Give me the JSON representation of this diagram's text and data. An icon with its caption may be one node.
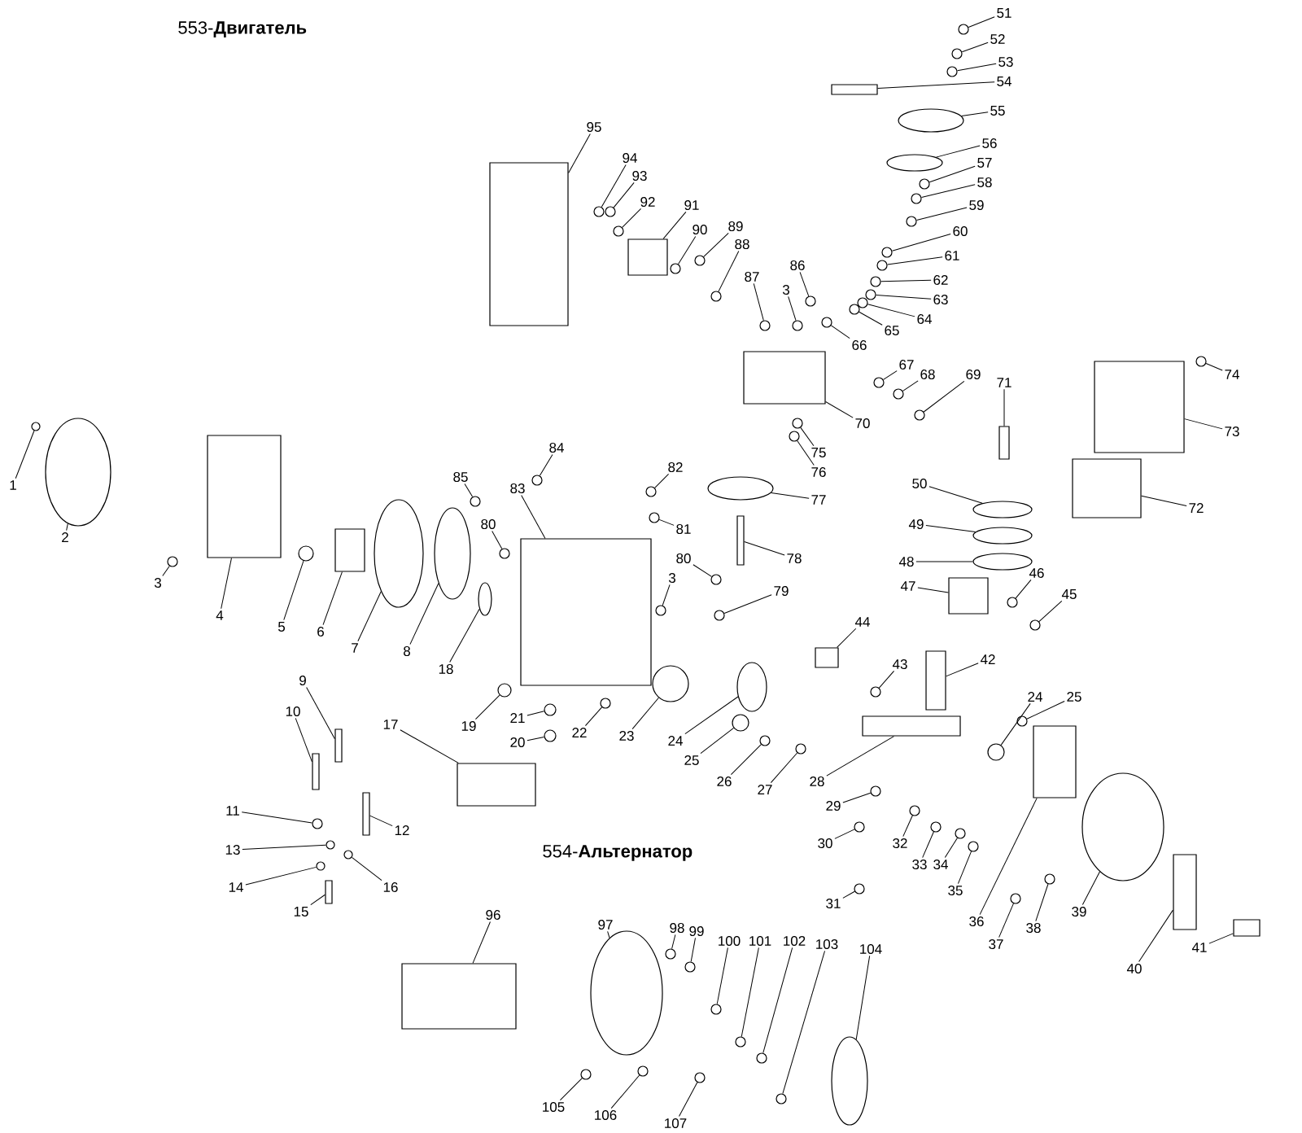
{
  "diagram": {
    "nodes": [
      {
        "text": [
          "1"
        ]
      },
      {
        "text": [
          "2"
        ]
      },
      {
        "text": [
          "3"
        ]
      },
      {
        "text": [
          "4"
        ]
      },
      {
        "text": [
          "5"
        ]
      },
      {
        "text": [
          "6"
        ]
      },
      {
        "text": [
          "7"
        ]
      },
      {
        "text": [
          "8"
        ]
      },
      {
        "text": [
          "9"
        ]
      },
      {
        "text": [
          "10"
        ]
      },
      {
        "text": [
          "11"
        ]
      },
      {
        "text": [
          "12"
        ]
      },
      {
        "text": [
          "13"
        ]
      },
      {
        "text": [
          "14"
        ]
      },
      {
        "text": [
          "15"
        ]
      },
      {
        "text": [
          "16"
        ]
      },
      {
        "text": [
          "17"
        ]
      },
      {
        "text": [
          "18"
        ]
      },
      {
        "text": [
          "19"
        ]
      },
      {
        "text": [
          "20"
        ]
      },
      {
        "text": [
          "21"
        ]
      },
      {
        "text": [
          "22"
        ]
      },
      {
        "text": [
          "23"
        ]
      },
      {
        "text": [
          "3"
        ]
      },
      {
        "text": [
          "24"
        ]
      },
      {
        "text": [
          "25"
        ]
      },
      {
        "text": [
          "26"
        ]
      },
      {
        "text": [
          "27"
        ]
      },
      {
        "text": [
          "28"
        ]
      },
      {
        "text": [
          "29"
        ]
      },
      {
        "text": [
          "30"
        ]
      },
      {
        "text": [
          "31"
        ]
      },
      {
        "text": [
          "32"
        ]
      },
      {
        "text": [
          "33"
        ]
      },
      {
        "text": [
          "34"
        ]
      },
      {
        "text": [
          "35"
        ]
      },
      {
        "text": [
          "36"
        ]
      },
      {
        "text": [
          "37"
        ]
      },
      {
        "text": [
          "38"
        ]
      },
      {
        "text": [
          "39"
        ]
      },
      {
        "text": [
          "40"
        ]
      },
      {
        "text": [
          "41"
        ]
      },
      {
        "text": [
          "24"
        ]
      },
      {
        "text": [
          "25"
        ]
      },
      {
        "text": [
          "42"
        ]
      },
      {
        "text": [
          "43"
        ]
      },
      {
        "text": [
          "44"
        ]
      },
      {
        "text": [
          "45"
        ]
      },
      {
        "text": [
          "46"
        ]
      },
      {
        "text": [
          "47"
        ]
      },
      {
        "text": [
          "48"
        ]
      },
      {
        "text": [
          "49"
        ]
      },
      {
        "text": [
          "50"
        ]
      },
      {
        "text": [
          "51"
        ]
      },
      {
        "text": [
          "52"
        ]
      },
      {
        "text": [
          "53"
        ]
      },
      {
        "text": [
          "54"
        ]
      },
      {
        "text": [
          "55"
        ]
      },
      {
        "text": [
          "56"
        ]
      },
      {
        "text": [
          "57"
        ]
      },
      {
        "text": [
          "58"
        ]
      },
      {
        "text": [
          "59"
        ]
      },
      {
        "text": [
          "60"
        ]
      },
      {
        "text": [
          "61"
        ]
      },
      {
        "text": [
          "62"
        ]
      },
      {
        "text": [
          "63"
        ]
      },
      {
        "text": [
          "64"
        ]
      },
      {
        "text": [
          "65"
        ]
      },
      {
        "text": [
          "66"
        ]
      },
      {
        "text": [
          "67"
        ]
      },
      {
        "text": [
          "68"
        ]
      },
      {
        "text": [
          "69"
        ]
      },
      {
        "text": [
          "70"
        ]
      },
      {
        "text": [
          "71"
        ]
      },
      {
        "text": [
          "72"
        ]
      },
      {
        "text": [
          "73"
        ]
      },
      {
        "text": [
          "74"
        ]
      },
      {
        "text": [
          "75"
        ]
      },
      {
        "text": [
          "76"
        ]
      },
      {
        "text": [
          "77"
        ]
      },
      {
        "text": [
          "78"
        ]
      },
      {
        "text": [
          "79"
        ]
      },
      {
        "text": [
          "80"
        ]
      },
      {
        "text": [
          "81"
        ]
      },
      {
        "text": [
          "82"
        ]
      },
      {
        "text": [
          "83"
        ]
      },
      {
        "text": [
          "80"
        ]
      },
      {
        "text": [
          "84"
        ]
      },
      {
        "text": [
          "85"
        ]
      },
      {
        "text": [
          "86"
        ]
      },
      {
        "text": [
          "87"
        ]
      },
      {
        "text": [
          "88"
        ]
      },
      {
        "text": [
          "89"
        ]
      },
      {
        "text": [
          "90"
        ]
      },
      {
        "text": [
          "91"
        ]
      },
      {
        "text": [
          "92"
        ]
      },
      {
        "text": [
          "93"
        ]
      },
      {
        "text": [
          "94"
        ]
      },
      {
        "text": [
          "95"
        ]
      },
      {
        "text": [
          "3"
        ]
      },
      {
        "text": [
          "96"
        ]
      },
      {
        "text": [
          "97"
        ]
      },
      {
        "text": [
          "98"
        ]
      },
      {
        "text": [
          "99"
        ]
      },
      {
        "text": [
          "100"
        ]
      },
      {
        "text": [
          "101"
        ]
      },
      {
        "text": [
          "102"
        ]
      },
      {
        "text": [
          "103"
        ]
      },
      {
        "text": [
          "104"
        ]
      },
      {
        "text": [
          "105"
        ]
      },
      {
        "text": [
          "106"
        ]
      },
      {
        "text": [
          "107"
        ]
      },
      {
        "text": [],
        "shape": "circle"
      },
      {
        "text": [],
        "shape": "circle"
      },
      {
        "text": [],
        "shape": "circle"
      },
      {
        "text": [],
        "shape": "box"
      },
      {
        "text": [],
        "shape": "circle"
      },
      {
        "text": [],
        "shape": "box"
      },
      {
        "text": [],
        "shape": "circle"
      },
      {
        "text": [],
        "shape": "circle"
      },
      {
        "text": [],
        "shape": "box"
      },
      {
        "text": [],
        "shape": "box"
      },
      {
        "text": [],
        "shape": "circle"
      },
      {
        "text": [],
        "shape": "box"
      },
      {
        "text": [],
        "shape": "circle"
      },
      {
        "text": [],
        "shape": "circle"
      },
      {
        "text": [],
        "shape": "box"
      },
      {
        "text": [],
        "shape": "circle"
      },
      {
        "text": [],
        "shape": "box"
      },
      {
        "text": [],
        "shape": "circle"
      },
      {
        "text": [],
        "shape": "circle"
      },
      {
        "text": [],
        "shape": "circle"
      },
      {
        "text": [],
        "shape": "circle"
      },
      {
        "text": [],
        "shape": "circle"
      },
      {
        "text": [],
        "shape": "circle"
      },
      {
        "text": [],
        "shape": "circle"
      },
      {
        "text": [],
        "shape": "circle"
      },
      {
        "text": [],
        "shape": "circle"
      },
      {
        "text": [],
        "shape": "circle"
      },
      {
        "text": [],
        "shape": "circle"
      },
      {
        "text": [],
        "shape": "box"
      },
      {
        "text": [],
        "shape": "circle"
      },
      {
        "text": [],
        "shape": "circle"
      },
      {
        "text": [],
        "shape": "circle"
      },
      {
        "text": [],
        "shape": "circle"
      },
      {
        "text": [],
        "shape": "circle"
      },
      {
        "text": [],
        "shape": "circle"
      },
      {
        "text": [],
        "shape": "circle"
      },
      {
        "text": [],
        "shape": "box"
      },
      {
        "text": [],
        "shape": "circle"
      },
      {
        "text": [],
        "shape": "circle"
      },
      {
        "text": [],
        "shape": "circle"
      },
      {
        "text": [],
        "shape": "box"
      },
      {
        "text": [],
        "shape": "box"
      },
      {
        "text": [],
        "shape": "circle"
      },
      {
        "text": [],
        "shape": "circle"
      },
      {
        "text": [],
        "shape": "box"
      },
      {
        "text": [],
        "shape": "circle"
      },
      {
        "text": [],
        "shape": "box"
      },
      {
        "text": [],
        "shape": "circle"
      },
      {
        "text": [],
        "shape": "circle"
      },
      {
        "text": [],
        "shape": "box"
      },
      {
        "text": [],
        "shape": "circle"
      },
      {
        "text": [],
        "shape": "circle"
      },
      {
        "text": [],
        "shape": "circle"
      },
      {
        "text": [],
        "shape": "circle"
      },
      {
        "text": [],
        "shape": "circle"
      },
      {
        "text": [],
        "shape": "circle"
      },
      {
        "text": [],
        "shape": "box"
      },
      {
        "text": [],
        "shape": "circle"
      },
      {
        "text": [],
        "shape": "circle"
      },
      {
        "text": [],
        "shape": "circle"
      },
      {
        "text": [],
        "shape": "circle"
      },
      {
        "text": [],
        "shape": "circle"
      },
      {
        "text": [],
        "shape": "circle"
      },
      {
        "text": [],
        "shape": "circle"
      },
      {
        "text": [],
        "shape": "circle"
      },
      {
        "text": [],
        "shape": "circle"
      },
      {
        "text": [],
        "shape": "circle"
      },
      {
        "text": [],
        "shape": "circle"
      },
      {
        "text": [],
        "shape": "circle"
      },
      {
        "text": [],
        "shape": "circle"
      },
      {
        "text": [],
        "shape": "circle"
      },
      {
        "text": [],
        "shape": "circle"
      },
      {
        "text": [],
        "shape": "box"
      },
      {
        "text": [],
        "shape": "box"
      },
      {
        "text": [],
        "shape": "box"
      },
      {
        "text": [],
        "shape": "box"
      },
      {
        "text": [],
        "shape": "circle"
      },
      {
        "text": [],
        "shape": "circle"
      },
      {
        "text": [],
        "shape": "circle"
      },
      {
        "text": [],
        "shape": "circle"
      },
      {
        "text": [],
        "shape": "box"
      },
      {
        "text": [],
        "shape": "circle"
      },
      {
        "text": [],
        "shape": "circle"
      },
      {
        "text": [],
        "shape": "circle"
      },
      {
        "text": [],
        "shape": "circle"
      },
      {
        "text": [],
        "shape": "box"
      },
      {
        "text": [],
        "shape": "circle"
      },
      {
        "text": [],
        "shape": "circle"
      },
      {
        "text": [],
        "shape": "circle"
      },
      {
        "text": [],
        "shape": "circle"
      },
      {
        "text": [],
        "shape": "circle"
      },
      {
        "text": [],
        "shape": "circle"
      },
      {
        "text": [],
        "shape": "circle"
      },
      {
        "text": [],
        "shape": "circle"
      },
      {
        "text": [],
        "shape": "box"
      },
      {
        "text": [],
        "shape": "circle"
      },
      {
        "text": [],
        "shape": "circle"
      },
      {
        "text": [],
        "shape": "circle"
      },
      {
        "text": [],
        "shape": "box"
      },
      {
        "text": [],
        "shape": "circle"
      },
      {
        "text": [],
        "shape": "box"
      },
      {
        "text": [],
        "shape": "circle"
      },
      {
        "text": [],
        "shape": "circle"
      },
      {
        "text": [],
        "shape": "circle"
      },
      {
        "text": [],
        "shape": "circle"
      },
      {
        "text": [],
        "shape": "circle"
      },
      {
        "text": [],
        "shape": "circle"
      },
      {
        "text": [],
        "shape": "circle"
      },
      {
        "text": [],
        "shape": "circle"
      },
      {
        "text": [],
        "shape": "circle"
      },
      {
        "text": [],
        "shape": "circle"
      },
      {
        "text": [],
        "shape": "circle"
      }
    ],
    "edges": [
      {
        "from": 0,
        "to": 112,
        "arrow": "none"
      },
      {
        "from": 1,
        "to": 113,
        "arrow": "none"
      },
      {
        "from": 2,
        "to": 114,
        "arrow": "none"
      },
      {
        "from": 3,
        "to": 115,
        "arrow": "none"
      },
      {
        "from": 4,
        "to": 116,
        "arrow": "none"
      },
      {
        "from": 5,
        "to": 117,
        "arrow": "none"
      },
      {
        "from": 6,
        "to": 118,
        "arrow": "none"
      },
      {
        "from": 7,
        "to": 119,
        "arrow": "none"
      },
      {
        "from": 8,
        "to": 120,
        "arrow": "none"
      },
      {
        "from": 9,
        "to": 121,
        "arrow": "none"
      },
      {
        "from": 10,
        "to": 122,
        "arrow": "none"
      },
      {
        "from": 11,
        "to": 123,
        "arrow": "none"
      },
      {
        "from": 12,
        "to": 124,
        "arrow": "none"
      },
      {
        "from": 13,
        "to": 125,
        "arrow": "none"
      },
      {
        "from": 14,
        "to": 126,
        "arrow": "none"
      },
      {
        "from": 15,
        "to": 127,
        "arrow": "none"
      },
      {
        "from": 16,
        "to": 128,
        "arrow": "none"
      },
      {
        "from": 17,
        "to": 129,
        "arrow": "none"
      },
      {
        "from": 18,
        "to": 130,
        "arrow": "none"
      },
      {
        "from": 19,
        "to": 131,
        "arrow": "none"
      },
      {
        "from": 20,
        "to": 132,
        "arrow": "none"
      },
      {
        "from": 21,
        "to": 133,
        "arrow": "none"
      },
      {
        "from": 22,
        "to": 134,
        "arrow": "none"
      },
      {
        "from": 23,
        "to": 135,
        "arrow": "none"
      },
      {
        "from": 24,
        "to": 136,
        "arrow": "none"
      },
      {
        "from": 25,
        "to": 137,
        "arrow": "none"
      },
      {
        "from": 26,
        "to": 138,
        "arrow": "none"
      },
      {
        "from": 27,
        "to": 139,
        "arrow": "none"
      },
      {
        "from": 28,
        "to": 140,
        "arrow": "none"
      },
      {
        "from": 29,
        "to": 141,
        "arrow": "none"
      },
      {
        "from": 30,
        "to": 142,
        "arrow": "none"
      },
      {
        "from": 31,
        "to": 143,
        "arrow": "none"
      },
      {
        "from": 32,
        "to": 144,
        "arrow": "none"
      },
      {
        "from": 33,
        "to": 145,
        "arrow": "none"
      },
      {
        "from": 34,
        "to": 146,
        "arrow": "none"
      },
      {
        "from": 35,
        "to": 147,
        "arrow": "none"
      },
      {
        "from": 36,
        "to": 148,
        "arrow": "none"
      },
      {
        "from": 37,
        "to": 149,
        "arrow": "none"
      },
      {
        "from": 38,
        "to": 150,
        "arrow": "none"
      },
      {
        "from": 39,
        "to": 151,
        "arrow": "none"
      },
      {
        "from": 40,
        "to": 152,
        "arrow": "none"
      },
      {
        "from": 41,
        "to": 153,
        "arrow": "none"
      },
      {
        "from": 42,
        "to": 154,
        "arrow": "none"
      },
      {
        "from": 43,
        "to": 155,
        "arrow": "none"
      },
      {
        "from": 44,
        "to": 156,
        "arrow": "none"
      },
      {
        "from": 45,
        "to": 157,
        "arrow": "none"
      },
      {
        "from": 46,
        "to": 158,
        "arrow": "none"
      },
      {
        "from": 47,
        "to": 159,
        "arrow": "none"
      },
      {
        "from": 48,
        "to": 160,
        "arrow": "none"
      },
      {
        "from": 49,
        "to": 161,
        "arrow": "none"
      },
      {
        "from": 50,
        "to": 162,
        "arrow": "none"
      },
      {
        "from": 51,
        "to": 163,
        "arrow": "none"
      },
      {
        "from": 52,
        "to": 164,
        "arrow": "none"
      },
      {
        "from": 53,
        "to": 165,
        "arrow": "none"
      },
      {
        "from": 54,
        "to": 166,
        "arrow": "none"
      },
      {
        "from": 55,
        "to": 167,
        "arrow": "none"
      },
      {
        "from": 56,
        "to": 168,
        "arrow": "none"
      },
      {
        "from": 57,
        "to": 169,
        "arrow": "none"
      },
      {
        "from": 58,
        "to": 170,
        "arrow": "none"
      },
      {
        "from": 59,
        "to": 171,
        "arrow": "none"
      },
      {
        "from": 60,
        "to": 172,
        "arrow": "none"
      },
      {
        "from": 61,
        "to": 173,
        "arrow": "none"
      },
      {
        "from": 62,
        "to": 174,
        "arrow": "none"
      },
      {
        "from": 63,
        "to": 175,
        "arrow": "none"
      },
      {
        "from": 64,
        "to": 176,
        "arrow": "none"
      },
      {
        "from": 65,
        "to": 177,
        "arrow": "none"
      },
      {
        "from": 66,
        "to": 178,
        "arrow": "none"
      },
      {
        "from": 67,
        "to": 179,
        "arrow": "none"
      },
      {
        "from": 68,
        "to": 180,
        "arrow": "none"
      },
      {
        "from": 69,
        "to": 181,
        "arrow": "none"
      },
      {
        "from": 70,
        "to": 182,
        "arrow": "none"
      },
      {
        "from": 71,
        "to": 183,
        "arrow": "none"
      },
      {
        "from": 72,
        "to": 184,
        "arrow": "none"
      },
      {
        "from": 73,
        "to": 185,
        "arrow": "none"
      },
      {
        "from": 74,
        "to": 186,
        "arrow": "none"
      },
      {
        "from": 75,
        "to": 187,
        "arrow": "none"
      },
      {
        "from": 76,
        "to": 188,
        "arrow": "none"
      },
      {
        "from": 77,
        "to": 189,
        "arrow": "none"
      },
      {
        "from": 78,
        "to": 190,
        "arrow": "none"
      },
      {
        "from": 79,
        "to": 191,
        "arrow": "none"
      },
      {
        "from": 80,
        "to": 192,
        "arrow": "none"
      },
      {
        "from": 81,
        "to": 193,
        "arrow": "none"
      },
      {
        "from": 82,
        "to": 194,
        "arrow": "none"
      },
      {
        "from": 83,
        "to": 195,
        "arrow": "none"
      },
      {
        "from": 84,
        "to": 196,
        "arrow": "none"
      },
      {
        "from": 85,
        "to": 197,
        "arrow": "none"
      },
      {
        "from": 86,
        "to": 198,
        "arrow": "none"
      },
      {
        "from": 87,
        "to": 199,
        "arrow": "none"
      },
      {
        "from": 88,
        "to": 200,
        "arrow": "none"
      },
      {
        "from": 89,
        "to": 201,
        "arrow": "none"
      },
      {
        "from": 90,
        "to": 202,
        "arrow": "none"
      },
      {
        "from": 91,
        "to": 203,
        "arrow": "none"
      },
      {
        "from": 92,
        "to": 204,
        "arrow": "none"
      },
      {
        "from": 93,
        "to": 205,
        "arrow": "none"
      },
      {
        "from": 94,
        "to": 206,
        "arrow": "none"
      },
      {
        "from": 95,
        "to": 207,
        "arrow": "none"
      },
      {
        "from": 96,
        "to": 208,
        "arrow": "none"
      },
      {
        "from": 97,
        "to": 209,
        "arrow": "none"
      },
      {
        "from": 98,
        "to": 210,
        "arrow": "none"
      },
      {
        "from": 99,
        "to": 211,
        "arrow": "none"
      },
      {
        "from": 100,
        "to": 212,
        "arrow": "none"
      },
      {
        "from": 101,
        "to": 213,
        "arrow": "none"
      },
      {
        "from": 102,
        "to": 214,
        "arrow": "none"
      },
      {
        "from": 103,
        "to": 215,
        "arrow": "none"
      },
      {
        "from": 104,
        "to": 216,
        "arrow": "none"
      },
      {
        "from": 105,
        "to": 217,
        "arrow": "none"
      },
      {
        "from": 106,
        "to": 218,
        "arrow": "none"
      },
      {
        "from": 107,
        "to": 219,
        "arrow": "none"
      },
      {
        "from": 108,
        "to": 220,
        "arrow": "none"
      },
      {
        "from": 109,
        "to": 221,
        "arrow": "none"
      },
      {
        "from": 110,
        "to": 222,
        "arrow": "none"
      },
      {
        "from": 111,
        "to": 223,
        "arrow": "none"
      }
    ],
    "labels": [
      "553-**Двигатель**",
      "554-**Альтернатор**"
    ]
  }
}
